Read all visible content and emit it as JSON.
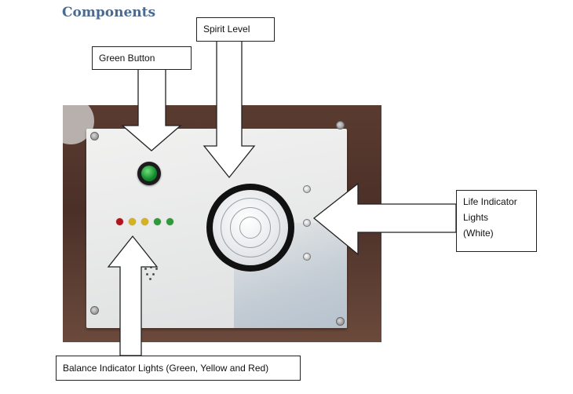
{
  "heading": "Components",
  "labels": {
    "spirit_level": "Spirit Level",
    "green_button": "Green Button",
    "life_indicator_line1": "Life Indicator",
    "life_indicator_line2": "Lights",
    "life_indicator_line3": "(White)",
    "balance_indicator": "Balance Indicator Lights (Green, Yellow and Red)"
  },
  "colors": {
    "heading": "#4a6a8f",
    "led_red": "#b3131b",
    "led_yellow": "#d6b21c",
    "led_green": "#2e9a3a",
    "green_button": "#128a2c",
    "life_light": "#ffffff"
  },
  "icons": {
    "arrows": "callout-arrow",
    "button": "green-button-icon",
    "level": "spirit-level-icon"
  }
}
